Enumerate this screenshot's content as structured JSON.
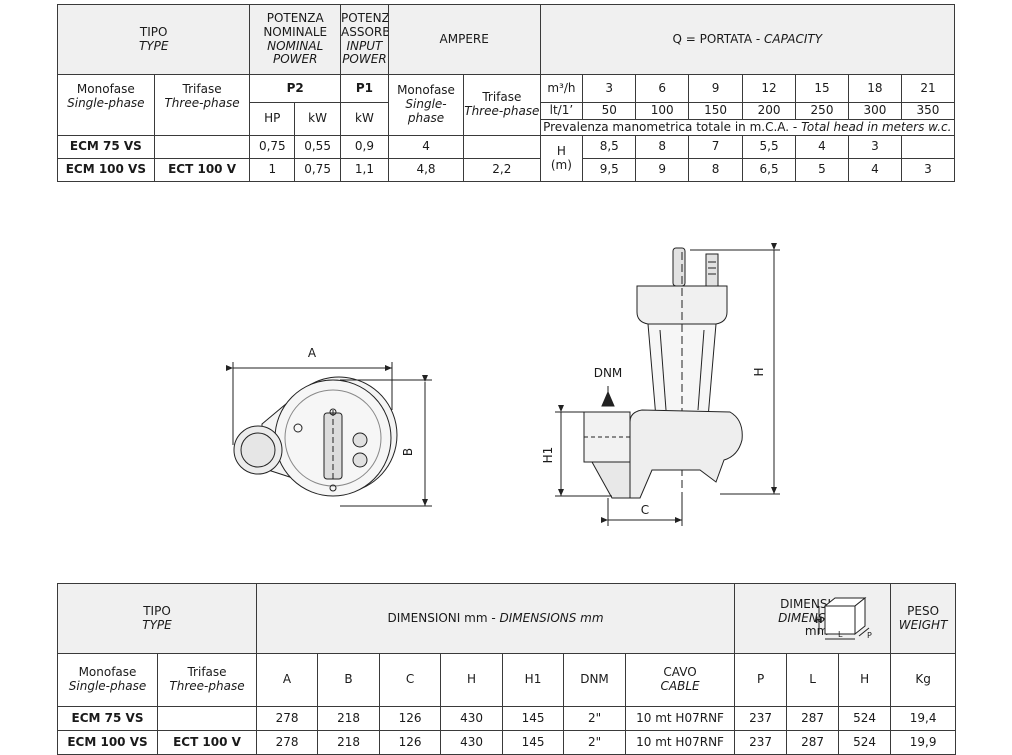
{
  "t1": {
    "tipo": "TIPO",
    "type": "TYPE",
    "potenza_nominale": [
      "POTENZA",
      "NOMINALE"
    ],
    "nominal_power": [
      "NOMINAL",
      "POWER"
    ],
    "potenza_assorbita": [
      "POTENZA",
      "ASSORBITA"
    ],
    "input_power": [
      "INPUT",
      "POWER"
    ],
    "ampere": "AMPERE",
    "portata": "Q = PORTATA - ",
    "capacity": "CAPACITY",
    "monofase": "Monofase",
    "single_phase": "Single-phase",
    "trifase": "Trifase",
    "three_phase": "Three-phase",
    "p2": "P2",
    "p1": "P1",
    "hp": "HP",
    "kw": "kW",
    "m3h": "m³/h",
    "lt1": "lt/1’",
    "q_m3h": [
      "3",
      "6",
      "9",
      "12",
      "15",
      "18",
      "21"
    ],
    "q_lt": [
      "50",
      "100",
      "150",
      "200",
      "250",
      "300",
      "350"
    ],
    "prevalenza": "Prevalenza manometrica totale in m.C.A. - ",
    "total_head": "Total head in meters w.c.",
    "h_label": "H",
    "m_label": "(m)",
    "rows": [
      {
        "mono": "ECM 75 VS",
        "tri": "",
        "hp": "0,75",
        "kw": "0,55",
        "p1": "0,9",
        "amp_mono": "4",
        "amp_tri": "",
        "h": [
          "8,5",
          "8",
          "7",
          "5,5",
          "4",
          "3",
          ""
        ]
      },
      {
        "mono": "ECM 100 VS",
        "tri": "ECT 100 V",
        "hp": "1",
        "kw": "0,75",
        "p1": "1,1",
        "amp_mono": "4,8",
        "amp_tri": "2,2",
        "h": [
          "9,5",
          "9",
          "8",
          "6,5",
          "5",
          "4",
          "3"
        ]
      }
    ]
  },
  "drawing": {
    "a": "A",
    "b": "B",
    "dnm": "DNM",
    "h1": "H1",
    "c": "C",
    "h": "H"
  },
  "t2": {
    "tipo": "TIPO",
    "type": "TYPE",
    "dimensioni": "DIMENSIONI mm - ",
    "dimensions": "DIMENSIONS mm",
    "dim_pack": "DIMENSIONI",
    "dim_pack_en": "DIMENSIONS",
    "mm": "mm",
    "box_h": "H",
    "box_l": "L",
    "box_p": "P",
    "peso": "PESO",
    "weight": "WEIGHT",
    "monofase": "Monofase",
    "single_phase": "Single-phase",
    "trifase": "Trifase",
    "three_phase": "Three-phase",
    "cols": [
      "A",
      "B",
      "C",
      "H",
      "H1",
      "DNM"
    ],
    "cavo": "CAVO",
    "cable": "CABLE",
    "pack_cols": [
      "P",
      "L",
      "H"
    ],
    "kg": "Kg",
    "rows": [
      {
        "mono": "ECM 75 VS",
        "tri": "",
        "dims": [
          "278",
          "218",
          "126",
          "430",
          "145",
          "2\""
        ],
        "cable": "10 mt H07RNF",
        "pack": [
          "237",
          "287",
          "524"
        ],
        "kg": "19,4"
      },
      {
        "mono": "ECM 100 VS",
        "tri": "ECT 100 V",
        "dims": [
          "278",
          "218",
          "126",
          "430",
          "145",
          "2\""
        ],
        "cable": "10 mt H07RNF",
        "pack": [
          "237",
          "287",
          "524"
        ],
        "kg": "19,9"
      }
    ]
  }
}
